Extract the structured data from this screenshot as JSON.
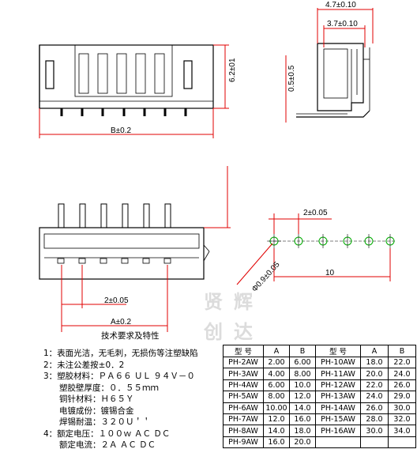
{
  "dims": {
    "top_width": "4.7±0.10",
    "inner_width": "3.7±0.10",
    "height": "6.2±01",
    "pin_len": "0.5±0.5",
    "body_len": "B±0.2",
    "pitch": "2±0.05",
    "pitch_bottom": "2±0.05",
    "span": "10",
    "hole": "Φ0.9±0.05",
    "a_len": "A±0.2"
  },
  "title": "技术要求及特性",
  "notes": [
    "1：表面光洁，无毛刺，无损伤等注塑缺陷",
    "2：未注公差按±0．2",
    "3：塑胶材料：ＰＡ６６ ＵＬ ９４Ｖ－０",
    "塑胶壁厚度：０．５５ｍｍ",
    "铜针材料：Ｈ６５Ｙ",
    "电镀成份：镀锡合金",
    "焊锡耐温：３２０Ｕ＇＇",
    "4：额定电压：１００ｗ ＡＣ ＤＣ",
    "额定电流：２Ａ ＡＣ ＤＣ"
  ],
  "watermark": [
    "贤",
    "辉",
    "创",
    "达"
  ],
  "table": {
    "headers": [
      "型 号",
      "A",
      "B",
      "型 号",
      "A",
      "B"
    ],
    "rows": [
      [
        "PH-2AW",
        "2.00",
        "6.00",
        "PH-10AW",
        "18.0",
        "22.0"
      ],
      [
        "PH-3AW",
        "4.00",
        "8.00",
        "PH-11AW",
        "20.0",
        "24.0"
      ],
      [
        "PH-4AW",
        "6.00",
        "10.0",
        "PH-12AW",
        "22.0",
        "26.0"
      ],
      [
        "PH-5AW",
        "8.00",
        "12.0",
        "PH-13AW",
        "24.0",
        "29.0"
      ],
      [
        "PH-6AW",
        "10.00",
        "14.0",
        "PH-14AW",
        "26.0",
        "30.0"
      ],
      [
        "PH-7AW",
        "12.0",
        "16.0",
        "PH-15AW",
        "28.0",
        "32.0"
      ],
      [
        "PH-8AW",
        "14.0",
        "18.0",
        "PH-16AW",
        "30.0",
        "34.0"
      ],
      [
        "PH-9AW",
        "16.0",
        "20.0",
        "",
        "",
        ""
      ]
    ]
  }
}
